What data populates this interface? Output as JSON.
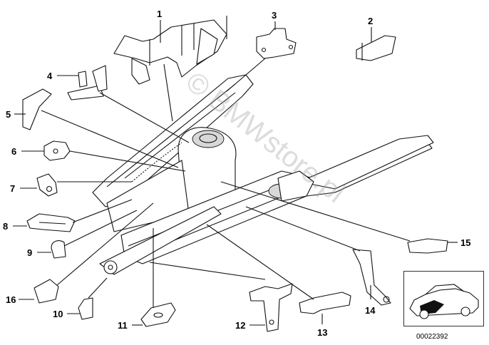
{
  "diagram": {
    "watermark": "© BMWstore.pl",
    "reference_number": "00022392",
    "callouts": [
      "1",
      "2",
      "3",
      "4",
      "5",
      "6",
      "7",
      "8",
      "9",
      "10",
      "11",
      "12",
      "13",
      "14",
      "15",
      "16"
    ]
  },
  "colors": {
    "line": "#111111",
    "shade": "#d8d8d8",
    "watermark": "#9a9a9a"
  }
}
